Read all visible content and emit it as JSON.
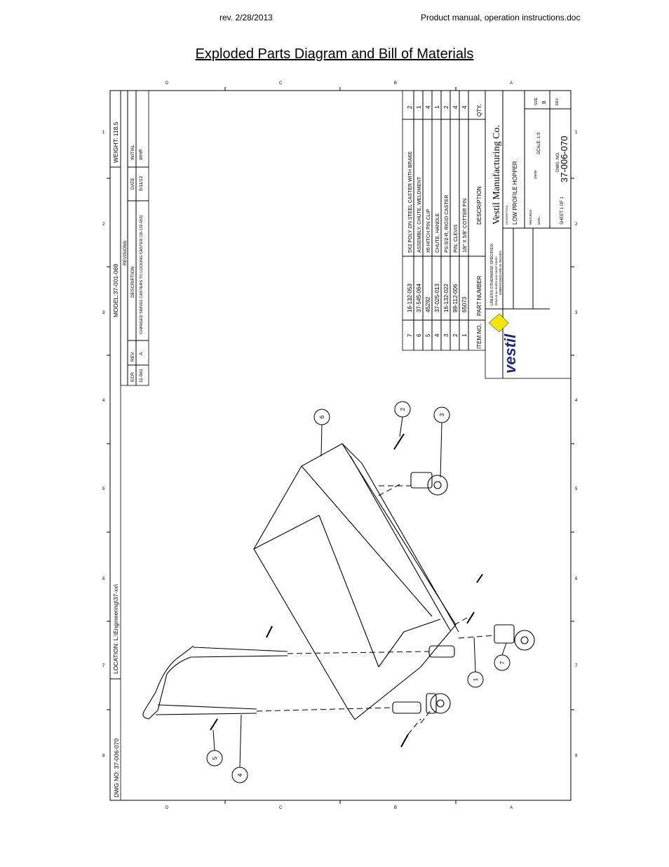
{
  "header": {
    "revision": "rev. 2/28/2013",
    "doc_name": "Product manual, operation instructions.doc"
  },
  "page_title": "Exploded Parts Diagram and Bill of Materials",
  "border": {
    "zone_letters": [
      "D",
      "C",
      "B",
      "A"
    ],
    "zone_numbers": [
      "1",
      "2",
      "3",
      "4",
      "5",
      "6",
      "7",
      "8"
    ]
  },
  "drawing_info": {
    "model": "MODEL:37-001-069",
    "weight": "WEIGHT: 118.5",
    "location": "LOCATION: L:\\Engineering\\37-xx\\",
    "dwg_no": "DWG NO: 37-006-070"
  },
  "revisions": {
    "title": "REVISIONS",
    "headers": [
      "ECR",
      "REV.",
      "DESCRIPTION",
      "DATE",
      "INITIAL"
    ],
    "rows": [
      [
        "11-041",
        "A",
        "CHANGED SWIVEL CASTERS TO LOCKING CASTER (16-132-053)",
        "5/11/12",
        "WHR"
      ]
    ]
  },
  "bom": {
    "headers": [
      "ITEM NO.",
      "PART NUMBER",
      "DESCRIPTION",
      "QTY."
    ],
    "rows": [
      [
        "7",
        "16-132-053",
        "5X2 POLY ON STEEL CASTER WITH BRAKE",
        "2"
      ],
      [
        "6",
        "37-545-064",
        "ASSEMBLY, CHUTE, WELDMENT",
        "1"
      ],
      [
        "5",
        "45292",
        "#6 HITCH PIN CLIP",
        "4"
      ],
      [
        "4",
        "37-025-013",
        "CHUTE, HANDLE",
        "1"
      ],
      [
        "3",
        "16-132-022",
        "PS-5/2-R, RIGID CASTER",
        "2"
      ],
      [
        "2",
        "99-112-006",
        "PIN, CLEVIS",
        "4"
      ],
      [
        "1",
        "65073",
        "1/8\" X 5/8\" COTTER PIN",
        "4"
      ]
    ]
  },
  "title_block": {
    "company": "Vestil Manufacturing Co.",
    "logo": "vestil",
    "description_label": "DESCRIPTION:",
    "description": "LOW PROFILE HOPPER",
    "unless": "UNLESS OTHERWISE SPECIFIED:",
    "unless_sub": "REMOVE ALL BURRS AND SHARP EDGES",
    "dims": "DIMENSIONS ARE IN INCHES",
    "scale": "SCALE: 1:9",
    "size_label": "SIZE",
    "size": "B",
    "rev_label": "REV",
    "sheet": "SHEET 1 OF 1",
    "dwg_no_label": "DWG. NO.",
    "dwg_no": "37-006-070",
    "drawn_by": "WGSJBLV",
    "date": "3/6/08",
    "material": "MATL"
  },
  "balloons": [
    "1",
    "2",
    "3",
    "4",
    "5",
    "6",
    "7"
  ],
  "colors": {
    "logo_yellow": "#f5e600",
    "logo_blue": "#1a2a8a"
  }
}
